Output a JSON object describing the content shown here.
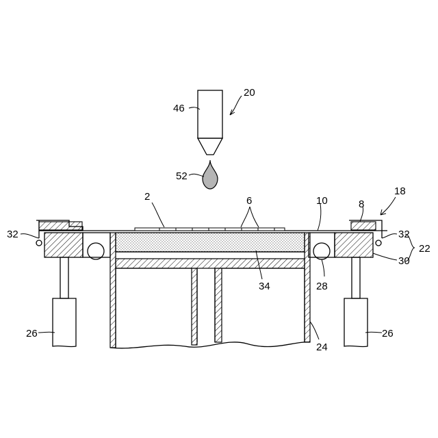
{
  "labels": {
    "l20": "20",
    "l46": "46",
    "l52": "52",
    "l2": "2",
    "l6": "6",
    "l10": "10",
    "l8": "8",
    "l18": "18",
    "l32_left": "32",
    "l32_right": "32",
    "l22": "22",
    "l30": "30",
    "l34": "34",
    "l28": "28",
    "l26_left": "26",
    "l26_right": "26",
    "l24": "24"
  }
}
